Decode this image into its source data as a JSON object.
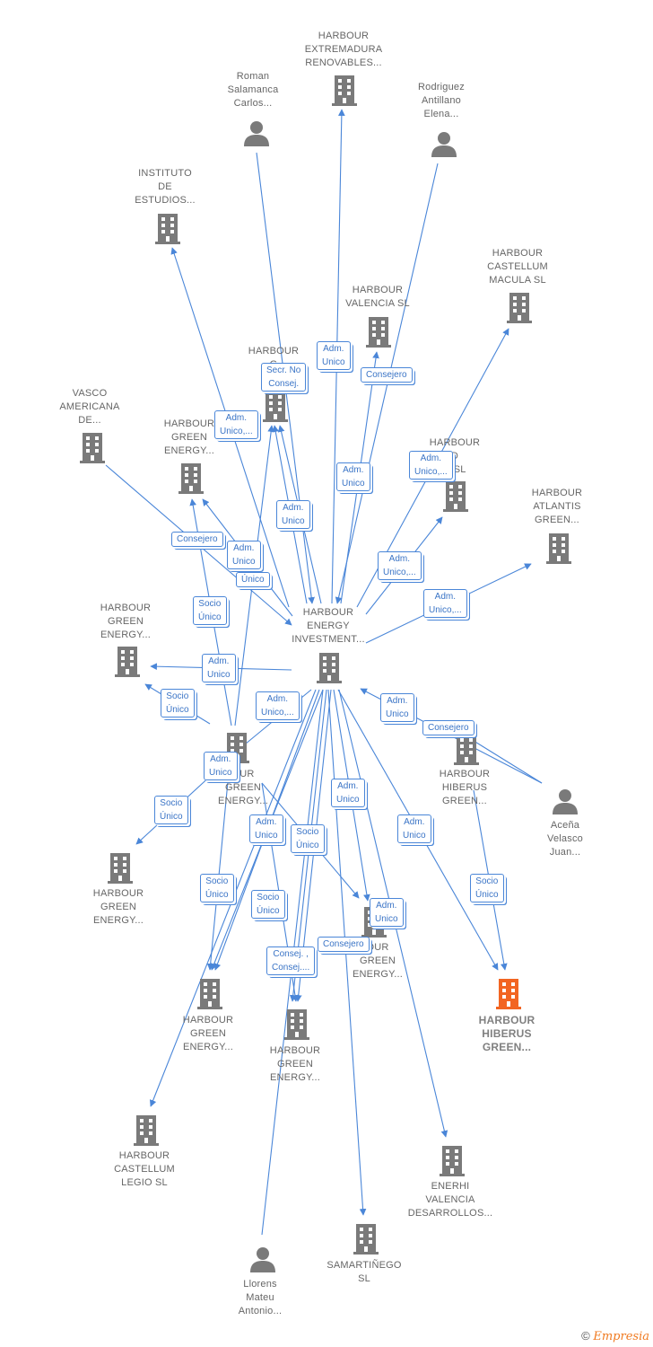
{
  "nodes": {
    "harbour_extremadura": "HARBOUR\nEXTREMADURA\nRENOVABLES...",
    "roman": "Roman\nSalamanca\nCarlos...",
    "rodriguez": "Rodriguez\nAntillano\nElena...",
    "instituto": "INSTITUTO\nDE\nESTUDIOS...",
    "harbour_castellum_macula": "HARBOUR\nCASTELLUM\nMACULA  SL",
    "harbour_valencia": "HARBOUR\nVALENCIA  SL",
    "harbour_g_en": "HARBOUR\nG\nEN...",
    "vasco": "VASCO\nAMERICANA\nDE...",
    "harbour_green_energy_a": "HARBOUR\nGREEN\nENERGY...",
    "harbour_d_sl": "HARBOUR\nD\nR  SL",
    "harbour_atlantis": "HARBOUR\nATLANTIS\nGREEN...",
    "harbour_energy_investment": "HARBOUR\nENERGY\nINVESTMENT...",
    "harbour_green_energy_b": "HARBOUR\nGREEN\nENERGY...",
    "harbour_green_energy_c": "OUR\nGREEN\nENERGY...",
    "harbour_hiberus_green_a": "HARBOUR\nHIBERUS\nGREEN...",
    "acena": "Aceña\nVelasco\nJuan...",
    "harbour_green_energy_d": "HARBOUR\nGREEN\nENERGY...",
    "harbour_green_energy_e": "OUR\nGREEN\nENERGY...",
    "harbour_hiberus_green_focus": "HARBOUR\nHIBERUS\nGREEN...",
    "harbour_green_energy_f": "HARBOUR\nGREEN\nENERGY...",
    "harbour_green_energy_g": "HARBOUR\nGREEN\nENERGY...",
    "harbour_castellum_legio": "HARBOUR\nCASTELLUM\nLEGIO  SL",
    "enerhi": "ENERHI\nVALENCIA\nDESARROLLOS...",
    "samartinego": "SAMARTIÑEGO\nSL",
    "llorens": "Llorens\nMateu\nAntonio..."
  },
  "edge_labels": {
    "adm_unico_1": "Adm.\nUnico",
    "secr_no_consej": "Secr.  No\nConsej.",
    "consejero_1": "Consejero",
    "adm_unico_2": "Adm.\nUnico,...",
    "adm_unico_3": "Adm.\nUnico,...",
    "adm_unico_4": "Adm.\nUnico",
    "adm_unico_5": "Adm.\nUnico",
    "consejero_2": "Consejero",
    "adm_unico_6": "Adm.\nUnico",
    "unico_1": "Único",
    "adm_unico_7": "Adm.\nUnico,...",
    "adm_unico_8": "Adm.\nUnico,...",
    "socio_unico_1": "Socio\nÚnico",
    "adm_unico_9": "Adm.\nUnico",
    "socio_unico_2": "Socio\nÚnico",
    "adm_unico_10": "Adm.\nUnico,...",
    "adm_unico_11": "Adm.\nUnico",
    "consejero_3": "Consejero",
    "adm_unico_12": "Adm.\nUnico",
    "adm_unico_13": "Adm.\nUnico",
    "socio_unico_3": "Socio\nÚnico",
    "adm_unico_14": "Adm.\nUnico",
    "socio_unico_4": "Socio\nÚnico",
    "adm_unico_15": "Adm.\nUnico",
    "socio_unico_5": "Socio\nÚnico",
    "socio_unico_6": "Socio\nÚnico",
    "socio_unico_7": "Socio\nÚnico",
    "adm_unico_16": "Adm.\nUnico",
    "consej_consej": "Consej. ,\nConsej....",
    "consejero_4": "Consejero"
  },
  "colors": {
    "edge": "#4a86d8",
    "node": "#7a7a7a",
    "focus": "#f26522"
  },
  "footer": {
    "copyright": "©",
    "brand": "Empresia"
  }
}
